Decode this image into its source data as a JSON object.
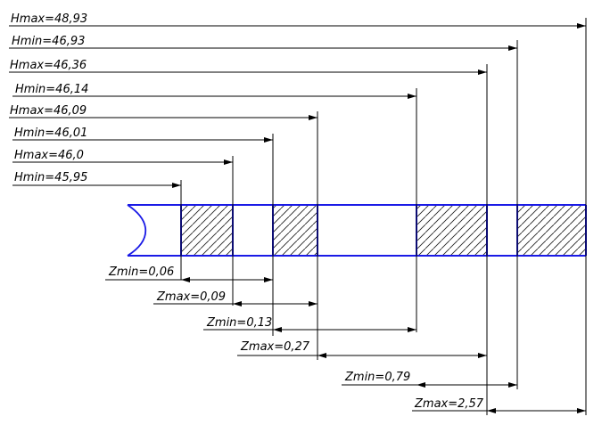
{
  "dimensions_top": [
    {
      "label": "Hmax=48,93"
    },
    {
      "label": "Hmin=46,93"
    },
    {
      "label": "Hmax=46,36"
    },
    {
      "label": "Hmin=46,14"
    },
    {
      "label": "Hmax=46,09"
    },
    {
      "label": "Hmin=46,01"
    },
    {
      "label": "Hmax=46,0"
    },
    {
      "label": "Hmin=45,95"
    }
  ],
  "dimensions_bottom": [
    {
      "label": "Zmin=0,06"
    },
    {
      "label": "Zmax=0,09"
    },
    {
      "label": "Zmin=0,13"
    },
    {
      "label": "Zmax=0,27"
    },
    {
      "label": "Zmin=0,79"
    },
    {
      "label": "Zmax=2,57"
    }
  ],
  "colors": {
    "part_outline": "#1a1ae6",
    "hatch": "#1a1a1a",
    "dimension_line": "#000000",
    "background": "#ffffff"
  }
}
